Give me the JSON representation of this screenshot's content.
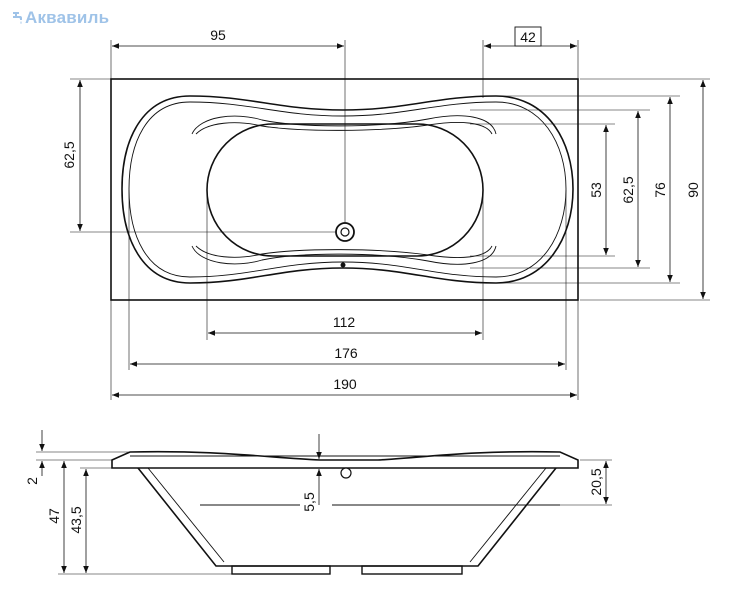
{
  "watermark": {
    "text": "Аквавиль",
    "icon": "faucet-icon",
    "color": "#9fc3e8"
  },
  "top_view": {
    "dimensions": {
      "drain_offset": "95",
      "overflow_offset": "42",
      "drain_from_side": "62,5",
      "inner_width": "53",
      "well_width": "62,5",
      "rim_inner_width": "76",
      "total_width": "90",
      "inner_length": "112",
      "well_length": "176",
      "total_length": "190"
    }
  },
  "side_view": {
    "dimensions": {
      "rim_thickness": "2",
      "total_height": "47",
      "inner_height": "43,5",
      "overflow_depth": "5,5",
      "overflow_height": "20,5"
    }
  }
}
